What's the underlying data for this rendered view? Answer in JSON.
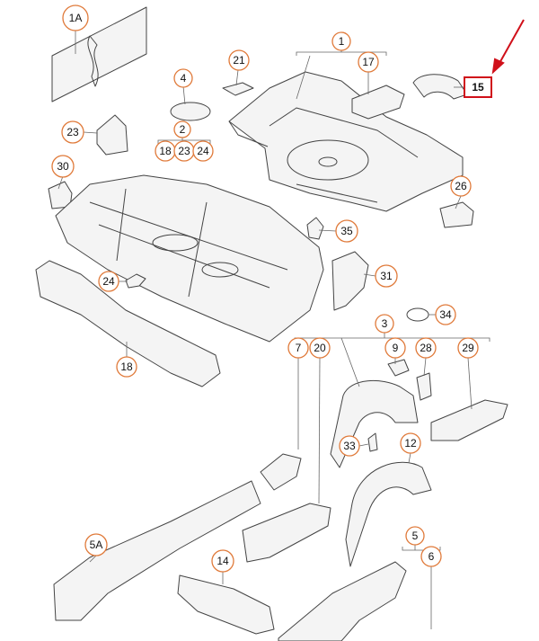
{
  "callouts": {
    "c1A": "1A",
    "c1": "1",
    "c17": "17",
    "c15": "15",
    "c21": "21",
    "c4": "4",
    "c2": "2",
    "c18a": "18",
    "c23a": "23",
    "c24a": "24",
    "c23b": "23",
    "c30": "30",
    "c26": "26",
    "c35": "35",
    "c31": "31",
    "c24b": "24",
    "c34": "34",
    "c18b": "18",
    "c3": "3",
    "c7": "7",
    "c20": "20",
    "c9": "9",
    "c28": "28",
    "c29": "29",
    "c33": "33",
    "c12": "12",
    "c5A": "5A",
    "c14": "14",
    "c5": "5",
    "c6": "6"
  },
  "highlight": {
    "callout": "15",
    "color": "#d0101a"
  },
  "accent_color": "#e07a3a"
}
